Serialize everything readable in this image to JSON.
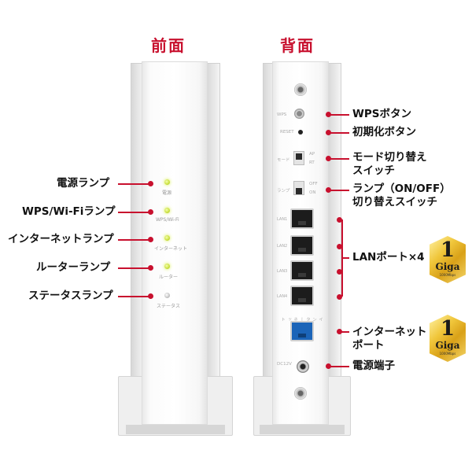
{
  "titles": {
    "front": "前面",
    "back": "背面"
  },
  "front": {
    "led_labels": [
      "電源",
      "WPS/Wi-Fi",
      "インターネット",
      "ルーター",
      "ステータス"
    ],
    "callouts": [
      "電源ランプ",
      "WPS/Wi-Fiランプ",
      "インターネットランプ",
      "ルーターランプ",
      "ステータスランプ"
    ]
  },
  "back": {
    "small_labels": {
      "wps": "WPS",
      "reset": "RESET",
      "mode_left": "モード",
      "mode_ap": "AP",
      "mode_rt": "RT",
      "lamp_left": "ランプ",
      "lamp_off": "OFF",
      "lamp_on": "ON",
      "lan": [
        "LAN1",
        "LAN2",
        "LAN3",
        "LAN4"
      ],
      "internet": "インターネット",
      "dc": "DC12V"
    },
    "callouts": {
      "wps_button": "WPSボタン",
      "reset_button": "初期化ボタン",
      "mode_switch_1": "モード切り替え",
      "mode_switch_2": "スイッチ",
      "lamp_switch_1": "ランプ（ON/OFF）",
      "lamp_switch_2": "切り替えスイッチ",
      "lan_ports": "LANポート×4",
      "internet_port_1": "インターネット",
      "internet_port_2": "ポート",
      "power_jack": "電源端子"
    }
  },
  "badges": [
    {
      "num": "1",
      "giga": "Giga",
      "sub": "1000Mbps"
    },
    {
      "num": "1",
      "giga": "Giga",
      "sub": "1000Mbps"
    }
  ],
  "colors": {
    "accent": "#c8102e",
    "led": "#c9df3b",
    "wan_port": "#1b64b8",
    "badge_gold": "#e0ab22"
  }
}
